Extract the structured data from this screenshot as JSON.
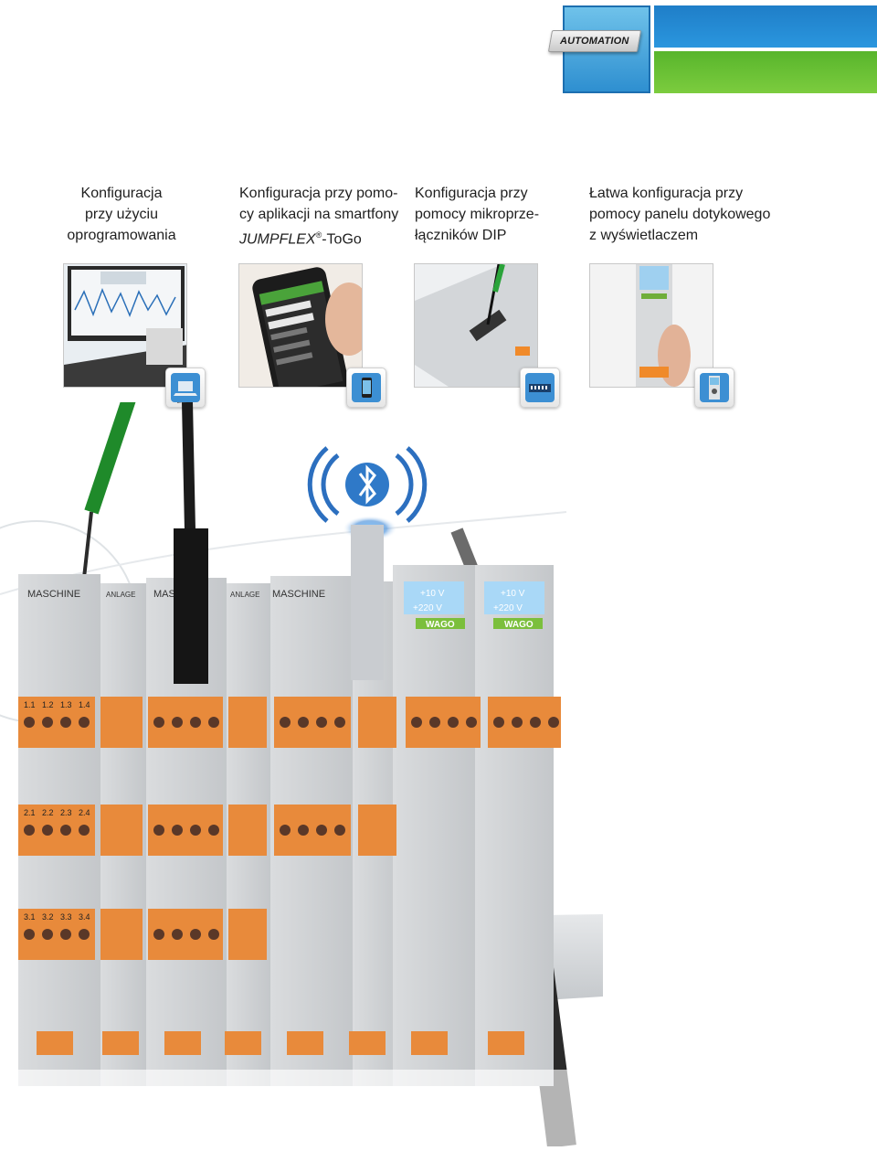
{
  "header": {
    "badge_label": "AUTOMATION",
    "colors": {
      "blue": "#1f7ec8",
      "green": "#58b52c",
      "light_blue": "#6fc2ea"
    }
  },
  "columns": [
    {
      "caption_lines": [
        "Konfiguracja",
        "przy użyciu",
        "oprogramowania"
      ],
      "icon": "laptop-icon"
    },
    {
      "caption_lines": [
        "Konfiguracja przy pomo-",
        "cy aplikacji na smartfony"
      ],
      "caption_brand": "JUMPFLEX",
      "caption_brand_suffix": "-ToGo",
      "icon": "smartphone-icon"
    },
    {
      "caption_lines": [
        "Konfiguracja przy",
        "pomocy mikroprze-",
        "łączników DIP"
      ],
      "icon": "dip-switch-icon"
    },
    {
      "caption_lines": [
        "Łatwa konfiguracja przy",
        "pomocy panelu dotykowego",
        "z wyświetlaczem"
      ],
      "icon": "display-panel-icon"
    }
  ],
  "photo": {
    "module_labels": [
      "MASCHINE",
      "ANLAGE",
      "MASCHINE",
      "ANLAGE",
      "MASCHINE"
    ],
    "display_values": [
      "+10 V",
      "+220 V"
    ],
    "brand": "WAGO",
    "terminal_rows": {
      "row1_top": [
        "1.1",
        "1.2",
        "1.3",
        "1.4"
      ],
      "row2_top": [
        "2.1",
        "2.2",
        "2.3",
        "2.4"
      ],
      "row3_top": [
        "3.1",
        "3.2",
        "3.3",
        "3.4"
      ]
    }
  }
}
